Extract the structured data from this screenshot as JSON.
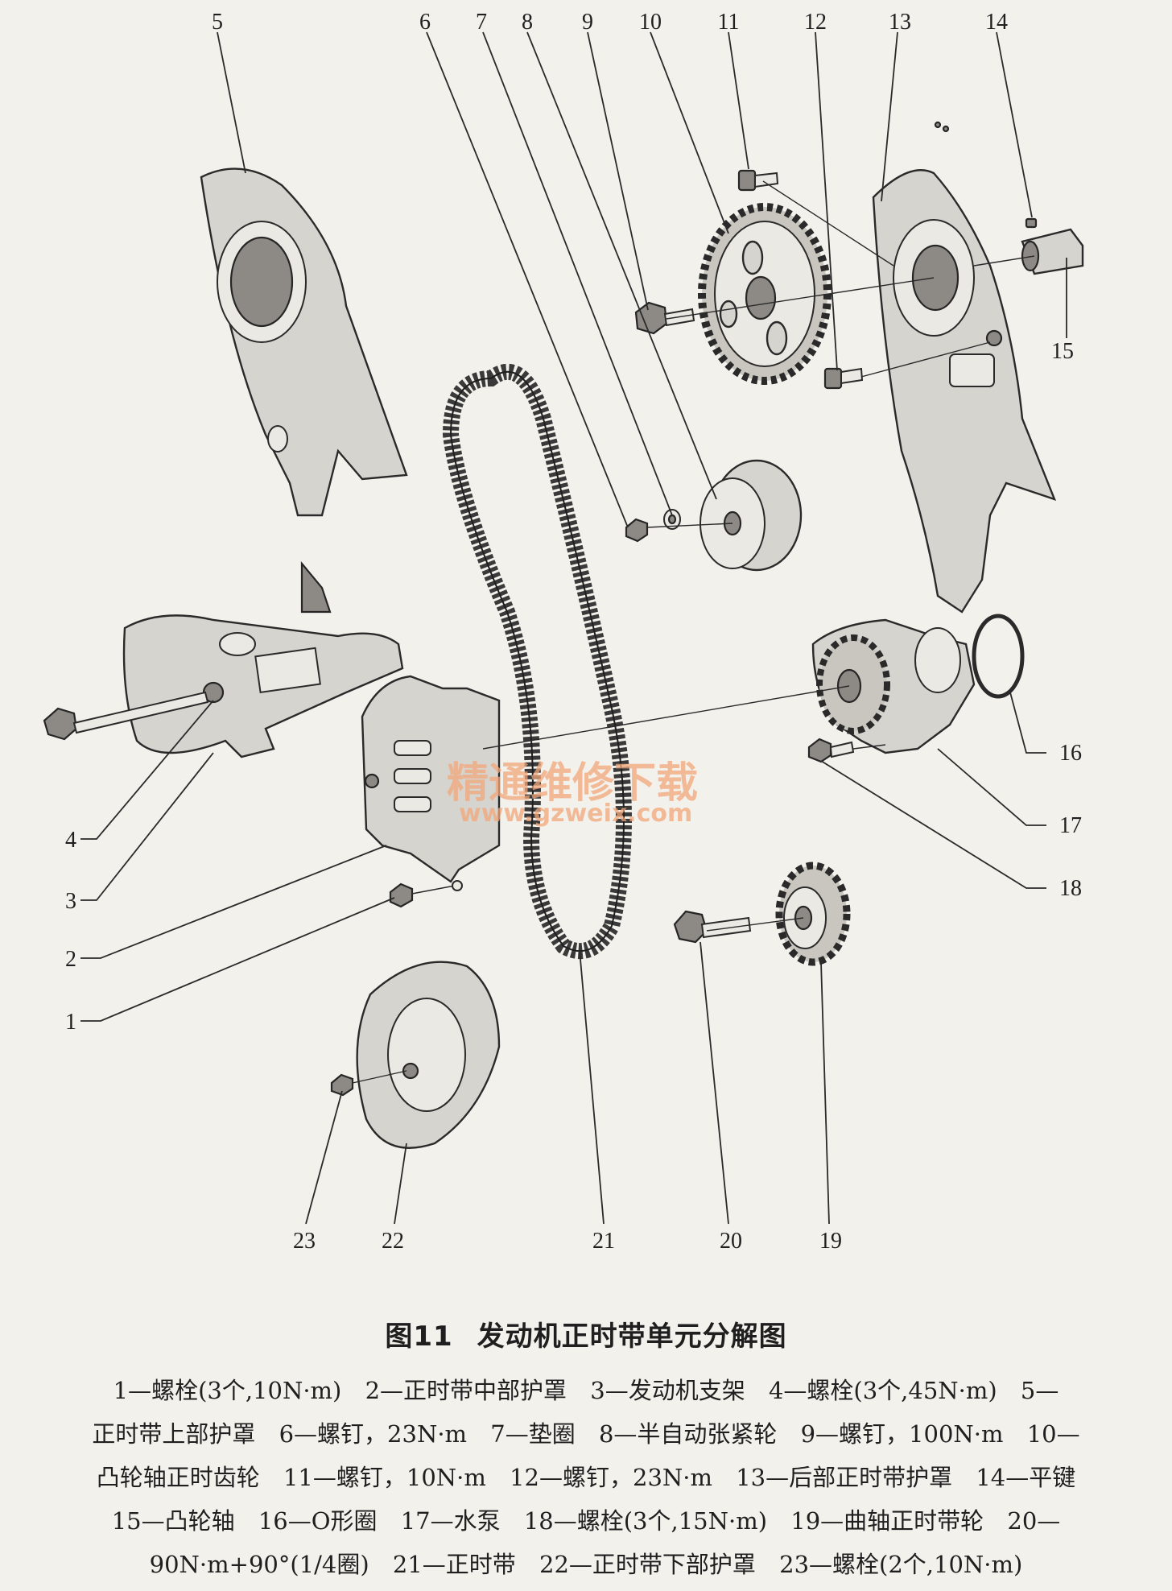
{
  "part_numbers": [
    "1",
    "2",
    "3",
    "4",
    "5",
    "6",
    "7",
    "8",
    "9",
    "10",
    "11",
    "12",
    "13",
    "14",
    "15",
    "16",
    "17",
    "18",
    "19",
    "20",
    "21",
    "22",
    "23"
  ],
  "watermark": {
    "text": "精通维修下载",
    "url": "www.gzweix.com"
  },
  "figure": {
    "number": "图11",
    "title": "发动机正时带单元分解图"
  },
  "legend_lines": [
    [
      "1—螺栓(3个,10N·m)",
      "2—正时带中部护罩",
      "3—发动机支架",
      "4—螺栓(3个,45N·m)",
      "5—"
    ],
    [
      "正时带上部护罩",
      "6—螺钉，23N·m",
      "7—垫圈",
      "8—半自动张紧轮",
      "9—螺钉，100N·m",
      "10—"
    ],
    [
      "凸轮轴正时齿轮",
      "11—螺钉，10N·m",
      "12—螺钉，23N·m",
      "13—后部正时带护罩",
      "14—平键"
    ],
    [
      "15—凸轮轴",
      "16—O形圈",
      "17—水泵",
      "18—螺栓(3个,15N·m)",
      "19—曲轴正时带轮",
      "20—"
    ],
    [
      "90N·m+90°(1/4圈)",
      "21—正时带",
      "22—正时带下部护罩",
      "23—螺栓(2个,10N·m)"
    ]
  ]
}
